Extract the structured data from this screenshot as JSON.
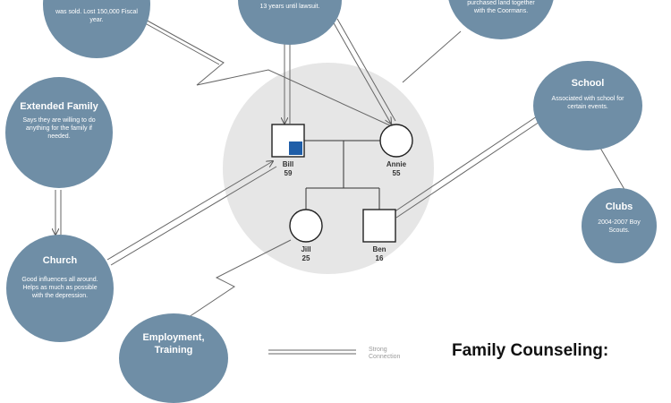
{
  "colors": {
    "bubble": "#6f8ea6",
    "household": "#e6e6e6",
    "line": "#666666",
    "accent_blue": "#1f5ea8"
  },
  "title": "Family Counseling:",
  "legend": {
    "strong": "Strong Connection"
  },
  "bubbles": {
    "top_left": {
      "title": "",
      "desc": "was sold. Lost 150,000 Fiscal year."
    },
    "top_center": {
      "title": "",
      "desc": "13 years until lawsuit."
    },
    "top_right": {
      "title": "",
      "desc": "purchased land together with the Coormans."
    },
    "extended_family": {
      "title": "Extended Family",
      "desc": "Says they are willing to do anything for the family if needed."
    },
    "church": {
      "title": "Church",
      "desc": "Good influences all around. Helps as much as possible with the depression."
    },
    "employment": {
      "title": "Employment, Training",
      "desc": ""
    },
    "school": {
      "title": "School",
      "desc": "Associated with school for certain events."
    },
    "clubs": {
      "title": "Clubs",
      "desc": "2004-2007 Boy Scouts."
    }
  },
  "people": {
    "bill": {
      "name": "Bill",
      "age": "59"
    },
    "annie": {
      "name": "Annie",
      "age": "55"
    },
    "jill": {
      "name": "Jill",
      "age": "25"
    },
    "ben": {
      "name": "Ben",
      "age": "16"
    }
  }
}
